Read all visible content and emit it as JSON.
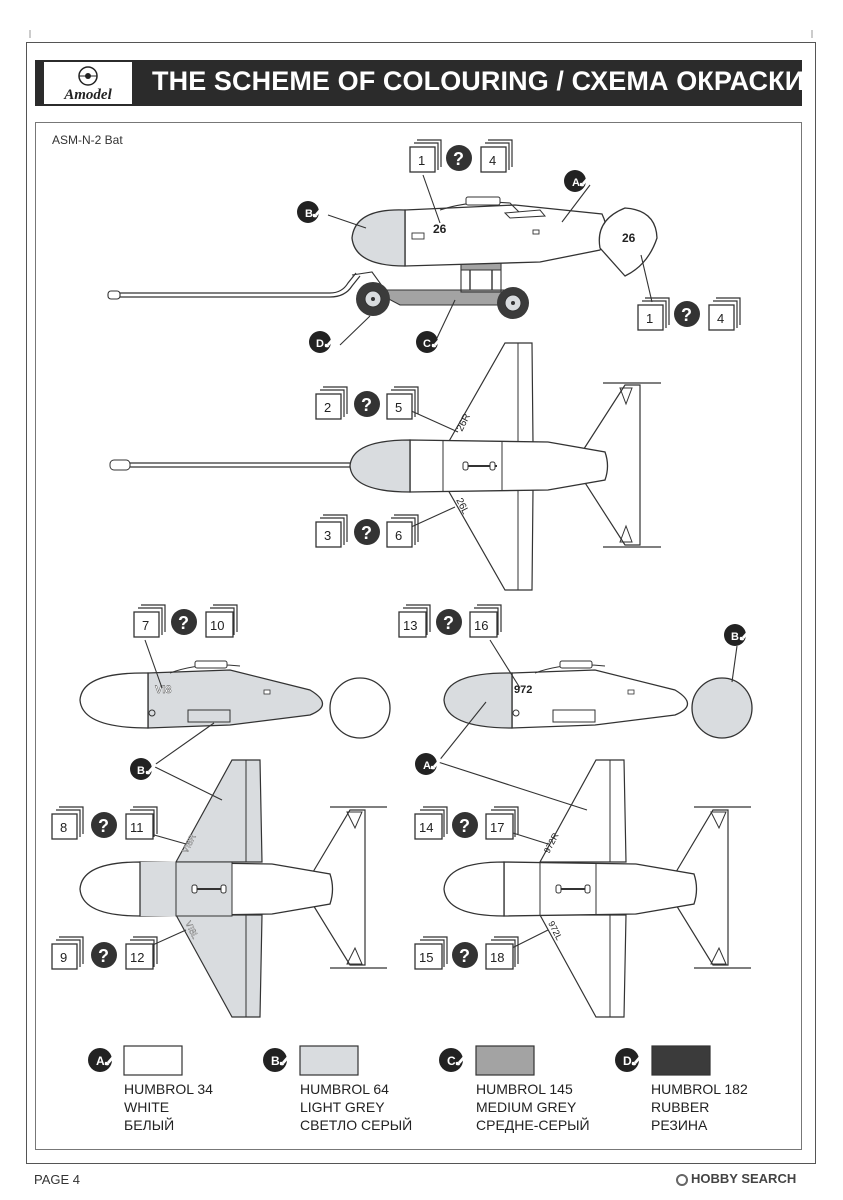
{
  "header": {
    "brand": "Amodel",
    "title": "THE SCHEME OF COLOURING / СХЕМА ОКРАСКИ"
  },
  "model_name": "ASM-N-2 Bat",
  "callouts": {
    "side": {
      "top": [
        "1",
        "4"
      ],
      "tail": [
        "1",
        "4"
      ]
    },
    "top_view": {
      "upper": [
        "2",
        "5"
      ],
      "lower": [
        "3",
        "6"
      ]
    },
    "v18_side": [
      "7",
      "10"
    ],
    "v18_top": {
      "upper": [
        "8",
        "11"
      ],
      "lower": [
        "9",
        "12"
      ]
    },
    "n972_side": [
      "13",
      "16"
    ],
    "n972_top": {
      "upper": [
        "14",
        "17"
      ],
      "lower": [
        "15",
        "18"
      ]
    },
    "question_mark": "?"
  },
  "markings": {
    "nose_26": "26",
    "tail_26": "26",
    "wing_26R": "26R",
    "wing_26L": "26L",
    "v18": "VI8",
    "v18R": "VI8R",
    "v18L": "VI8L",
    "n972": "972",
    "n972R": "972R",
    "n972L": "972L"
  },
  "paint_letters": {
    "A": "A",
    "B": "B",
    "C": "C",
    "D": "D"
  },
  "colors": {
    "white": "#ffffff",
    "light_grey": "#d9dcdf",
    "medium_grey": "#a3a3a3",
    "rubber": "#3b3b3b",
    "titlebar": "#2b2b2b"
  },
  "legend": [
    {
      "letter": "A",
      "swatch": "#ffffff",
      "code": "HUMBROL 34",
      "name_en": "WHITE",
      "name_ru": "БЕЛЫЙ"
    },
    {
      "letter": "B",
      "swatch": "#d9dcdf",
      "code": "HUMBROL 64",
      "name_en": "LIGHT GREY",
      "name_ru": "СВЕТЛО СЕРЫЙ"
    },
    {
      "letter": "C",
      "swatch": "#a3a3a3",
      "code": "HUMBROL 145",
      "name_en": "MEDIUM GREY",
      "name_ru": "СРЕДНЕ-СЕРЫЙ"
    },
    {
      "letter": "D",
      "swatch": "#3b3b3b",
      "code": "HUMBROL 182",
      "name_en": "RUBBER",
      "name_ru": "РЕЗИНА"
    }
  ],
  "footer": {
    "page": "PAGE 4",
    "watermark": "HOBBY SEARCH"
  }
}
